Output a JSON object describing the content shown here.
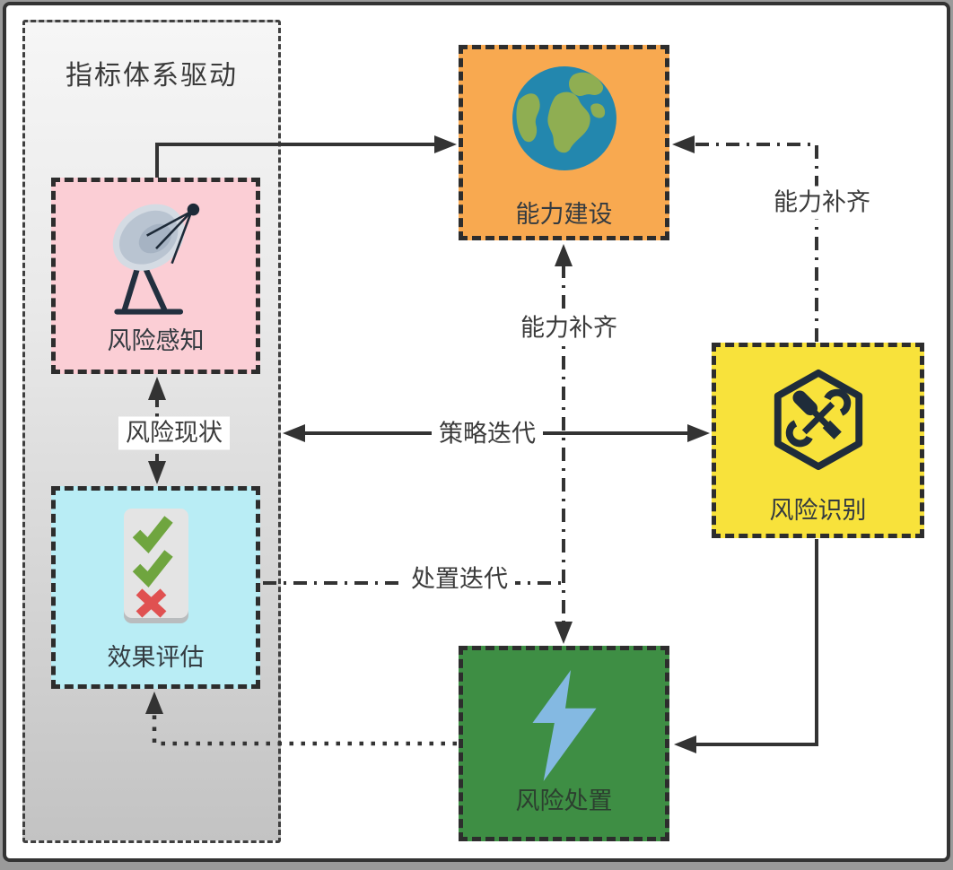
{
  "diagram": {
    "container": {
      "title": "指标体系驱动"
    },
    "nodes": [
      {
        "id": "risk-perception",
        "label": "风险感知",
        "color": "#fbced5",
        "icon": "satellite-dish-icon"
      },
      {
        "id": "effect-evaluation",
        "label": "效果评估",
        "color": "#b9edf5",
        "icon": "checklist-icon"
      },
      {
        "id": "capability-building",
        "label": "能力建设",
        "color": "#f8a950",
        "icon": "globe-icon"
      },
      {
        "id": "risk-identification",
        "label": "风险识别",
        "color": "#f8e23b",
        "icon": "tools-icon"
      },
      {
        "id": "risk-disposal",
        "label": "风险处置",
        "color": "#3e8e44",
        "icon": "lightning-icon"
      }
    ],
    "edge_labels": [
      {
        "id": "risk-status",
        "label": "风险现状"
      },
      {
        "id": "capability-fill-right",
        "label": "能力补齐"
      },
      {
        "id": "capability-fill-center",
        "label": "能力补齐"
      },
      {
        "id": "strategy-iteration",
        "label": "策略迭代"
      },
      {
        "id": "disposal-iteration",
        "label": "处置迭代"
      }
    ],
    "colors": {
      "line": "#333333",
      "node_border": "#2d2d2d",
      "container_gradient_top": "#f6f6f6",
      "container_gradient_bottom": "#c3c3c3",
      "globe_sea": "#2387ae",
      "globe_land": "#8fae52",
      "lightning": "#84b9e2",
      "check_green": "#6fa53f",
      "cross_red": "#e05151"
    }
  }
}
